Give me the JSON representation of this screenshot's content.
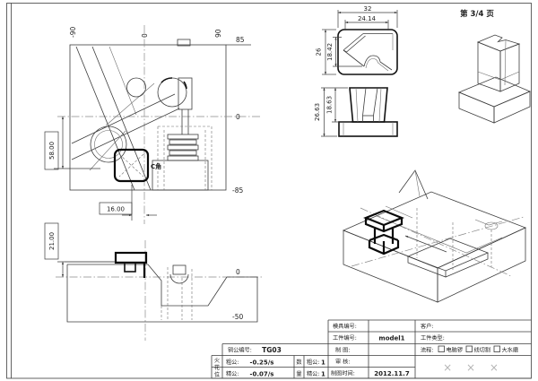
{
  "page": {
    "label": "第 3/4 页"
  },
  "plan_view": {
    "axis_top": [
      "-90",
      "0",
      "90"
    ],
    "axis_right": [
      "85",
      "0",
      "-85"
    ],
    "dim_58": "58.00",
    "dim_16": "16.00",
    "corner_label": "C角"
  },
  "section_view": {
    "dim_21": "21.00",
    "axis_right": [
      "0",
      "-50"
    ]
  },
  "top_view": {
    "dim_w_outer": "32",
    "dim_w_inner": "24.14",
    "dim_h_outer": "26",
    "dim_h_inner": "18.42"
  },
  "front_view": {
    "dim_h_outer": "26.63",
    "dim_h_inner": "18.63"
  },
  "title_block": {
    "electrode_no_label": "铜公编号:",
    "electrode_no": "TG03",
    "spark_chars": [
      "火",
      "花",
      "位"
    ],
    "rough_label": "粗公:",
    "rough_value": "-0.25/s",
    "fine_label": "精公:",
    "fine_value": "-0.07/s",
    "qty_chars": [
      "数",
      "量"
    ],
    "qty_rough_label": "粗公:",
    "qty_rough_value": "1",
    "qty_fine_label": "精公:",
    "qty_fine_value": "1",
    "mold_no_label": "模具编号:",
    "part_no_label": "工件编号:",
    "part_no_value": "model1",
    "draft_label": "制 图:",
    "audit_label": "审 核:",
    "date_label": "制图时间:",
    "date_value": "2012.11.7",
    "customer_label": "客户:",
    "part_type_label": "工件类型:",
    "process_label": "流程:",
    "process_options": [
      "电脑锣",
      "线切割",
      "大水磨"
    ],
    "sign_marks": "× × ×"
  },
  "colors": {
    "line": "#3d3d3d",
    "thick": "#0a0a0a",
    "centerline": "#8a8a8a",
    "sign": "#b5b5b5"
  }
}
